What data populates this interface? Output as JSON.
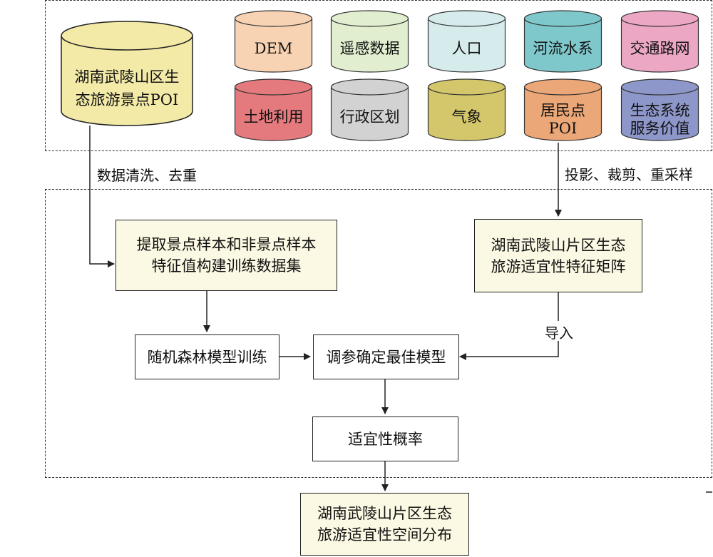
{
  "poi_source": {
    "line1": "湖南武陵山区生",
    "line2": "态旅游景点POI"
  },
  "datasets": [
    {
      "label": "DEM",
      "color": "#f7d3b3"
    },
    {
      "label": "遥感数据",
      "color": "#e1efd0"
    },
    {
      "label": "人口",
      "color": "#d6ecec"
    },
    {
      "label": "河流水系",
      "color": "#7ec8cc"
    },
    {
      "label": "交通路网",
      "color": "#eca7c4"
    },
    {
      "label": "土地利用",
      "color": "#e47a7d"
    },
    {
      "label": "行政区划",
      "color": "#d2d2d2"
    },
    {
      "label": "气象",
      "color": "#d4c66a"
    },
    {
      "label": "居民点",
      "label2": "POI",
      "color": "#eba777"
    },
    {
      "label": "生态系统",
      "label2": "服务价值",
      "color": "#8e97c9"
    }
  ],
  "edges": {
    "clean": "数据清洗、去重",
    "project": "投影、裁剪、重采样",
    "import": "导入"
  },
  "boxes": {
    "extract": {
      "line1": "提取景点样本和非景点样本",
      "line2": "特征值构建训练数据集"
    },
    "matrix": {
      "line1": "湖南武陵山片区生态",
      "line2": "旅游适宜性特征矩阵"
    },
    "rf_train": "随机森林模型训练",
    "tune": "调参确定最佳模型",
    "prob": "适宜性概率",
    "output": {
      "line1": "湖南武陵山片区生态",
      "line2": "旅游适宜性空间分布"
    }
  }
}
